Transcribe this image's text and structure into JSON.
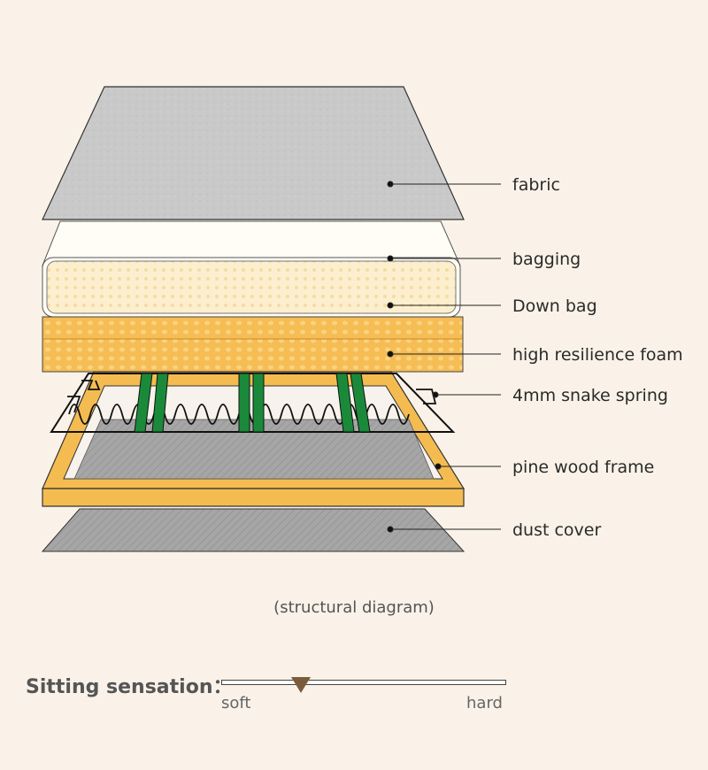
{
  "layers": [
    {
      "id": "fabric",
      "label": "fabric"
    },
    {
      "id": "bagging",
      "label": "bagging"
    },
    {
      "id": "down-bag",
      "label": "Down bag"
    },
    {
      "id": "foam",
      "label": "high resilience foam"
    },
    {
      "id": "spring",
      "label": "4mm snake spring"
    },
    {
      "id": "frame",
      "label": "pine wood frame"
    },
    {
      "id": "dust",
      "label": "dust cover"
    }
  ],
  "caption": "(structural diagram)",
  "sensation": {
    "title": "Sitting sensation：",
    "soft_label": "soft",
    "hard_label": "hard",
    "level": 0.28
  },
  "colors": {
    "background": "#faf2e8",
    "fabric": "#c6c6c6",
    "bagging": "#fffdf5",
    "down_bag": "#fbecc9",
    "foam": "#f6bd55",
    "spring_band": "#1a8a3a",
    "frame": "#f4bc50",
    "dust_cover": "#a4a4a4"
  }
}
